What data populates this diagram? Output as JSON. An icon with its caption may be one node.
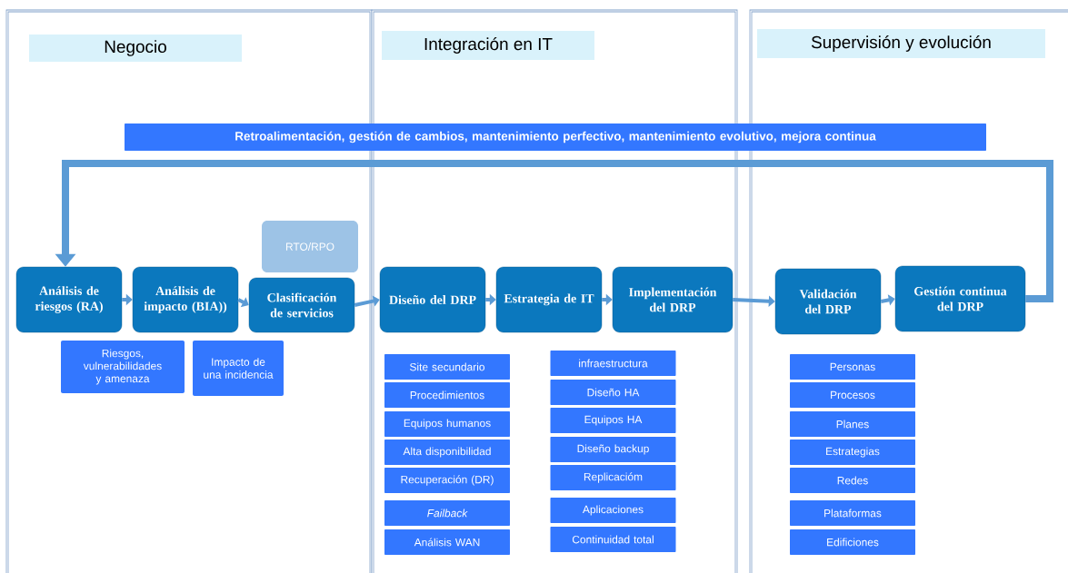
{
  "diagram": {
    "nodes": [
      {
        "text": [
          "Negocio"
        ]
      },
      {
        "text": [
          "Integración en IT"
        ]
      },
      {
        "text": [
          "Supervisión y evolución"
        ]
      },
      {
        "text": [
          "Retroalimentación, gestión de cambios, mantenimiento perfectivo, mantenimiento evolutivo, mejora continua"
        ]
      },
      {
        "text": [
          "Análisis de riesgos (RA)"
        ],
        "in": 0
      },
      {
        "text": [
          "Análisis de impacto (BIA))"
        ],
        "in": 0
      },
      {
        "text": [
          "RTO/RPO"
        ],
        "in": 0
      },
      {
        "text": [
          "Clasificación de servicios"
        ],
        "in": 0
      },
      {
        "text": [
          "Riesgos, vulnerabilidades y amenaza"
        ],
        "in": 0
      },
      {
        "text": [
          "Impacto de una incidencia"
        ],
        "in": 0
      },
      {
        "text": [
          "Diseño del DRP"
        ],
        "in": 1
      },
      {
        "text": [
          "Estrategia de IT"
        ],
        "in": 1
      },
      {
        "text": [
          "Implementación del DRP"
        ],
        "in": 1
      },
      {
        "text": [
          "Site secundario"
        ],
        "in": 1
      },
      {
        "text": [
          "Procedimientos"
        ],
        "in": 1
      },
      {
        "text": [
          "Equipos humanos"
        ],
        "in": 1
      },
      {
        "text": [
          "Alta disponibilidad"
        ],
        "in": 1
      },
      {
        "text": [
          "Recuperación (DR)"
        ],
        "in": 1
      },
      {
        "text": [
          "Failback"
        ],
        "in": 1
      },
      {
        "text": [
          "Análisis WAN"
        ],
        "in": 1
      },
      {
        "text": [
          "infraestructura"
        ],
        "in": 1
      },
      {
        "text": [
          "Diseño HA"
        ],
        "in": 1
      },
      {
        "text": [
          "Equipos HA"
        ],
        "in": 1
      },
      {
        "text": [
          "Diseño backup"
        ],
        "in": 1
      },
      {
        "text": [
          "Replicacióm"
        ],
        "in": 1
      },
      {
        "text": [
          "Aplicaciones"
        ],
        "in": 1
      },
      {
        "text": [
          "Continuidad total"
        ],
        "in": 1
      },
      {
        "text": [
          "Validación del DRP"
        ],
        "in": 2
      },
      {
        "text": [
          "Gestión continua del DRP"
        ],
        "in": 2
      },
      {
        "text": [
          "Personas"
        ],
        "in": 2
      },
      {
        "text": [
          "Procesos"
        ],
        "in": 2
      },
      {
        "text": [
          "Planes"
        ],
        "in": 2
      },
      {
        "text": [
          "Estrategias"
        ],
        "in": 2
      },
      {
        "text": [
          "Redes"
        ],
        "in": 2
      },
      {
        "text": [
          "Plataformas"
        ],
        "in": 2
      },
      {
        "text": [
          "Edificiones"
        ],
        "in": 2
      }
    ],
    "edges": [
      {
        "from": 4,
        "to": 5,
        "arrow": "to"
      },
      {
        "from": 5,
        "to": 7,
        "arrow": "to"
      },
      {
        "from": 7,
        "to": 10,
        "arrow": "to"
      },
      {
        "from": 10,
        "to": 11,
        "arrow": "to"
      },
      {
        "from": 11,
        "to": 12,
        "arrow": "to"
      },
      {
        "from": 12,
        "to": 27,
        "arrow": "to"
      },
      {
        "from": 27,
        "to": 28,
        "arrow": "to"
      },
      {
        "from": 28,
        "to": 4,
        "arrow": "to",
        "style": "thick"
      }
    ]
  }
}
